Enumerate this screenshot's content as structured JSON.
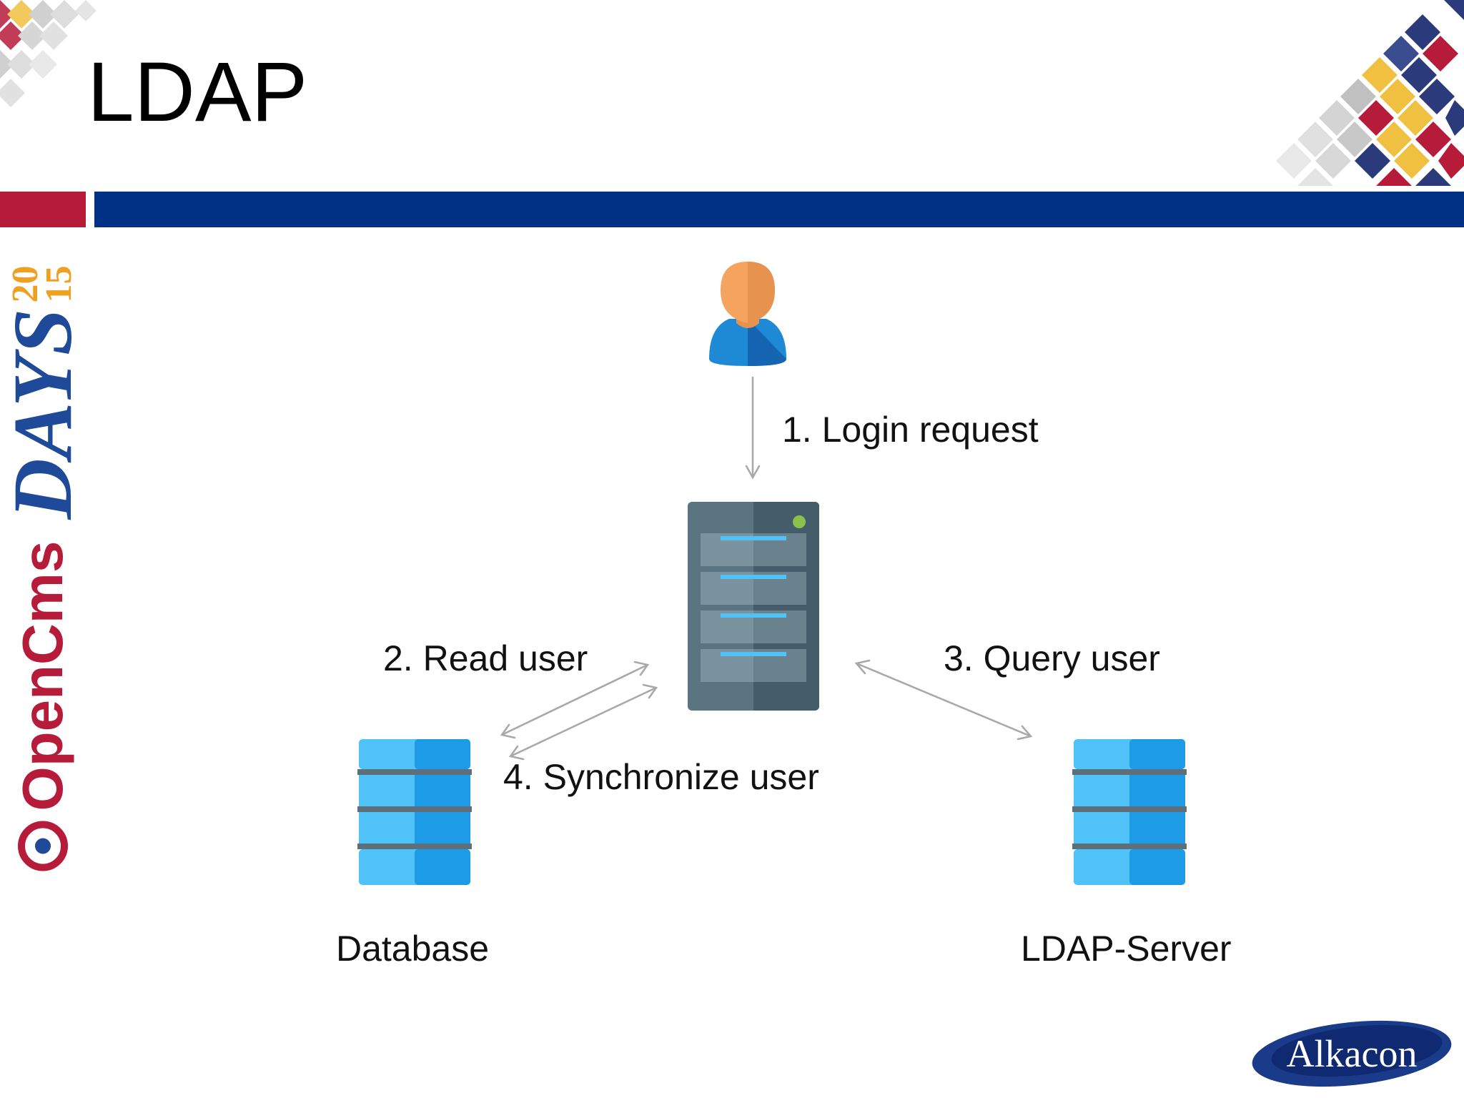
{
  "slide": {
    "title": "LDAP"
  },
  "branding": {
    "side_logo": {
      "brand": "OpenCms",
      "event": "DAYS",
      "year_top": "20",
      "year_bottom": "15"
    },
    "footer_logo": "Alkacon"
  },
  "diagram": {
    "nodes": {
      "user": {
        "icon": "user-icon"
      },
      "server": {
        "icon": "server-icon"
      },
      "database": {
        "icon": "database-icon",
        "label": "Database"
      },
      "ldap": {
        "icon": "database-icon",
        "label": "LDAP-Server"
      }
    },
    "edges": {
      "login": "1. Login request",
      "read": "2. Read user",
      "query": "3. Query user",
      "sync": "4. Synchronize user"
    }
  },
  "colors": {
    "red": "#b71b3a",
    "blue": "#003184",
    "yellow": "#f0c040",
    "server_body": "#546e7a",
    "db_blue": "#29a8f0"
  }
}
